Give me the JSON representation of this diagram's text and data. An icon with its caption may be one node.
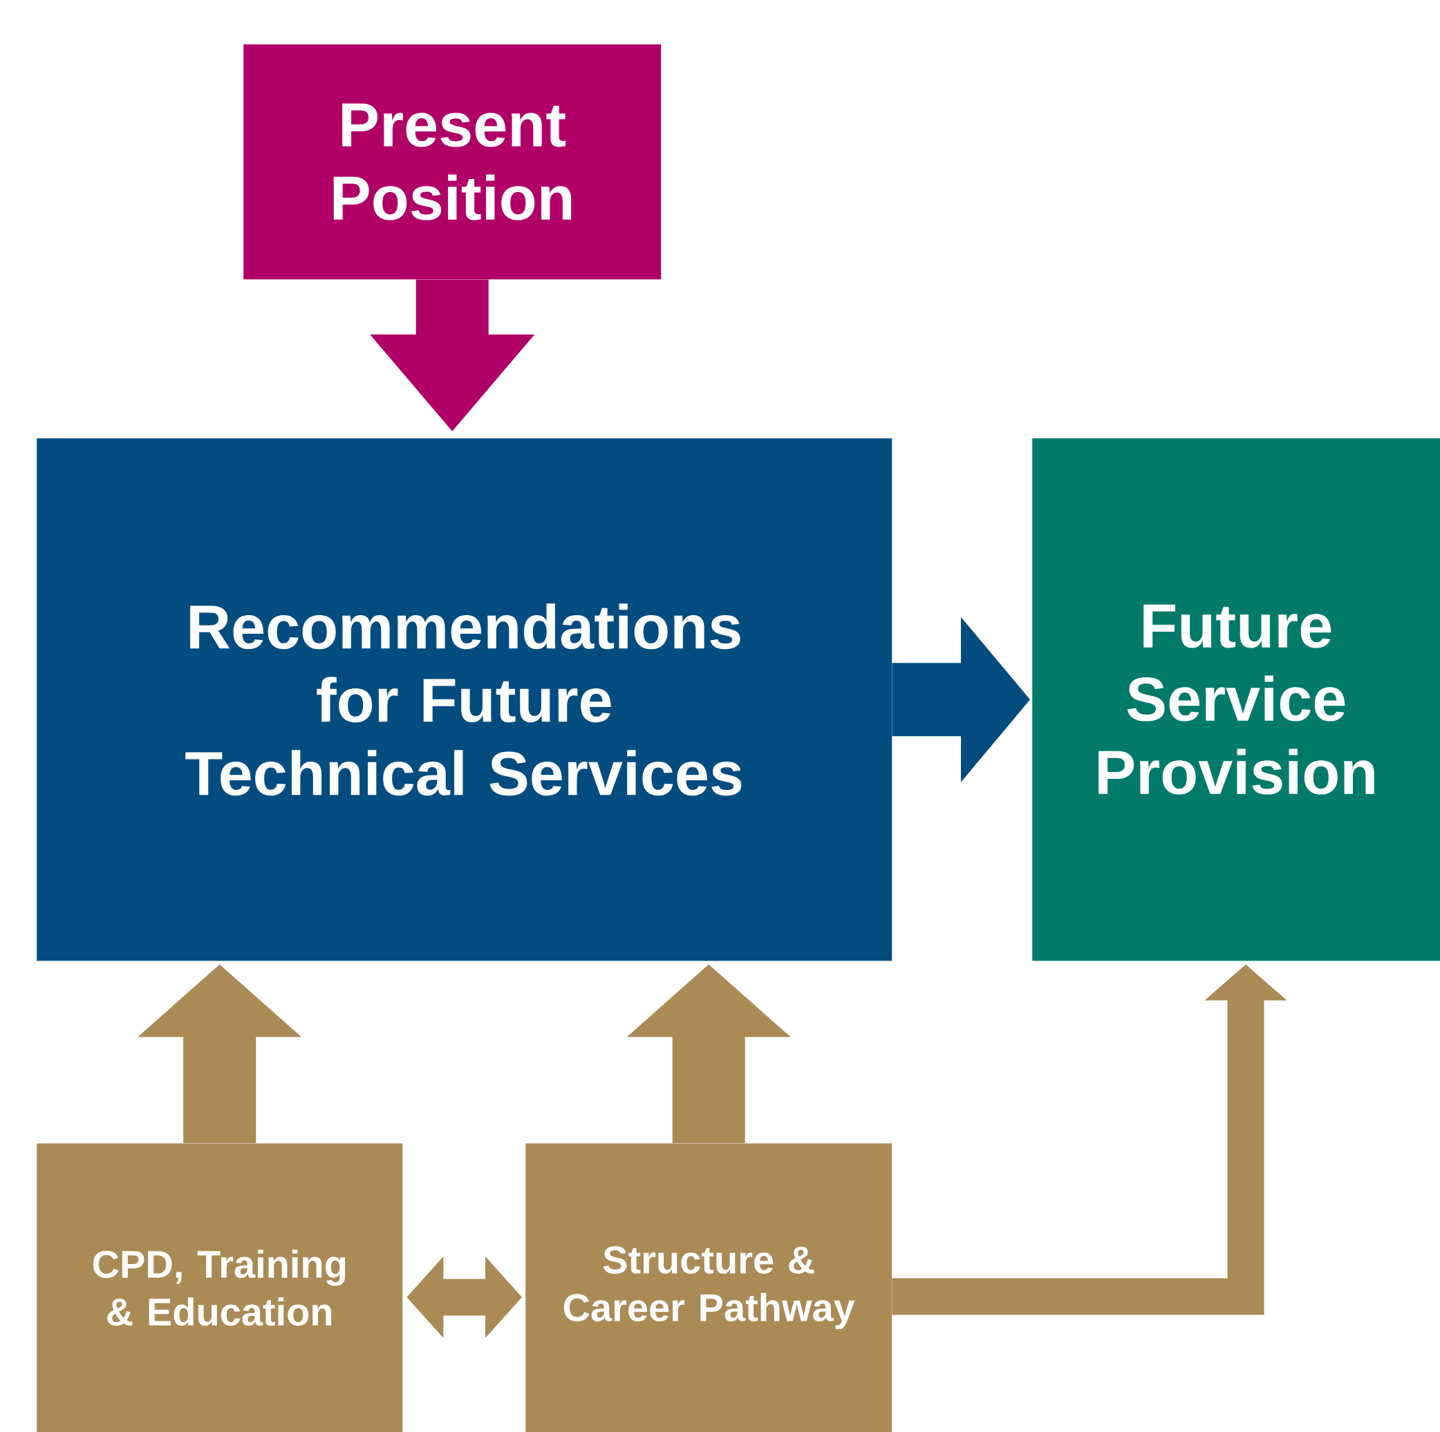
{
  "diagram": {
    "nodes": [
      {
        "text": [
          "Present Position"
        ]
      },
      {
        "text": [
          "Recommendations for Future Technical Services"
        ]
      },
      {
        "text": [
          "Future Service Provision"
        ]
      },
      {
        "text": [
          "CPD, Training & Education"
        ]
      },
      {
        "text": [
          "Structure & Career Pathway"
        ]
      }
    ],
    "edges": [
      {
        "from": 0,
        "to": 1,
        "arrow": "to",
        "color": "#b00068"
      },
      {
        "from": 1,
        "to": 2,
        "arrow": "to",
        "color": "#024c80"
      },
      {
        "from": 3,
        "to": 1,
        "arrow": "to"
      },
      {
        "from": 4,
        "to": 1,
        "arrow": "to"
      },
      {
        "from": 3,
        "to": 4,
        "arrow": "both"
      },
      {
        "from": 4,
        "to": 2,
        "arrow": "to"
      }
    ]
  }
}
